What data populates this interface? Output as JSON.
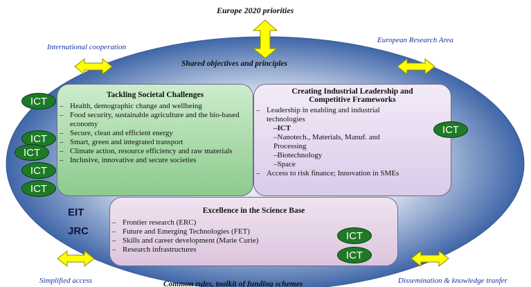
{
  "external": {
    "top": "Europe 2020 priorities",
    "top_left": "International cooperation",
    "top_right": "European Research Area",
    "bottom_left": "Simplified access",
    "bottom_center": "Common rules, toolkit of funding schemes",
    "bottom_right": "Dissemination & knowledge tranfer"
  },
  "shared": "Shared objectives and principles",
  "societal": {
    "title": "Tackling Societal Challenges",
    "items": [
      "Health, demographic change and wellbeing",
      "Food security, sustainable agriculture and the bio-based economy",
      "Secure, clean and efficient energy",
      "Smart, green and integrated transport",
      "Climate action, resource efficiency and raw materials",
      "Inclusive, innovative and secure societies"
    ]
  },
  "industrial": {
    "title": "Creating Industrial Leadership and Competitive Frameworks",
    "intro": "Leadership in enabling and industrial technologies",
    "sub": [
      "–ICT",
      "–Nanotech., Materials, Manuf. and Processing",
      "–Biotechnology",
      "–Space"
    ],
    "last": "Access to risk finance; Innovation in SMEs"
  },
  "science": {
    "title": "Excellence in the Science Base",
    "items": [
      "Frontier research (ERC)",
      "Future and Emerging Technologies (FET)",
      "Skills and career development (Marie Curie)",
      "Research infrastructures"
    ]
  },
  "ict_label": "ICT",
  "eit": "EIT",
  "jrc": "JRC",
  "colors": {
    "ellipse_outer": "#4a6fae",
    "ellipse_inner": "#dfe6f1",
    "societal_fill": "#9fd49f",
    "industrial_fill": "#e6d7f0",
    "science_fill": "#e7d3e8",
    "ict": "#1e7a26",
    "arrow": "#ffff00"
  }
}
